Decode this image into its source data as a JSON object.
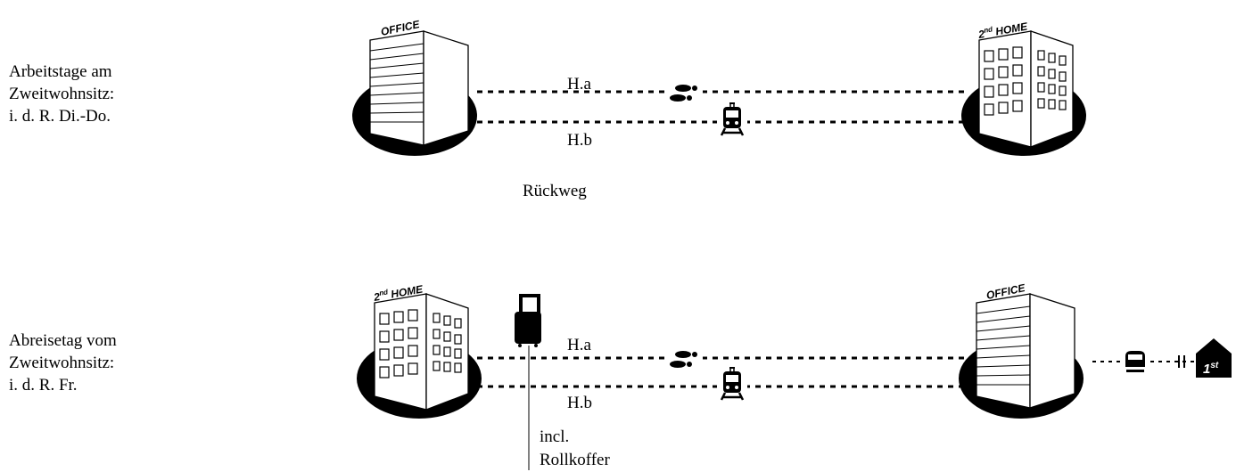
{
  "top_panel": {
    "description_lines": [
      "Arbeitstage am",
      "Zweitwohnsitz:",
      "i. d. R. Di.-Do."
    ],
    "from_building_sign": "OFFICE",
    "to_building_sign_sup": "nd",
    "to_building_sign_main": "HOME",
    "to_building_sign_num": "2",
    "route_a_label": "H.a",
    "route_b_label": "H.b",
    "caption": "Rückweg",
    "route_a_icon": "footprints-icon",
    "route_b_icon": "train-icon"
  },
  "bottom_panel": {
    "description_lines": [
      "Abreisetag vom",
      "Zweitwohnsitz:",
      "i. d. R. Fr."
    ],
    "from_building_sign_num": "2",
    "from_building_sign_sup": "nd",
    "from_building_sign_main": "HOME",
    "to_building_sign": "OFFICE",
    "route_a_label": "H.a",
    "route_b_label": "H.b",
    "luggage_note_lines": [
      "incl.",
      "Rollkoffer"
    ],
    "luggage_icon": "rolling-suitcase-icon",
    "onward_icon": "high-speed-train-icon",
    "destination_badge_num": "1",
    "destination_badge_sup": "st",
    "destination_icon": "first-home-icon"
  },
  "colors": {
    "ink": "#000000",
    "background": "#ffffff"
  }
}
